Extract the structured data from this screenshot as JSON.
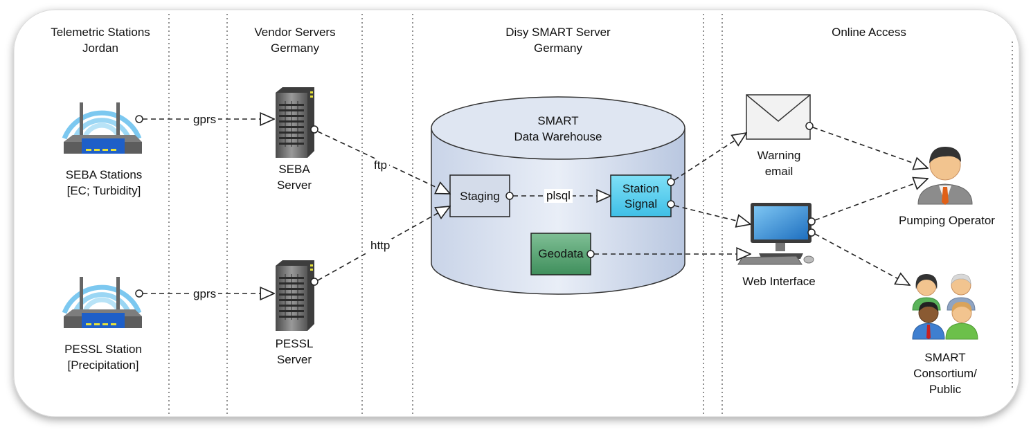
{
  "lanes": {
    "telemetric": "Telemetric Stations\nJordan",
    "vendor": "Vendor Servers\nGermany",
    "disy": "Disy SMART Server\nGermany",
    "online": "Online Access"
  },
  "nodes": {
    "seba_station": "SEBA Stations\n[EC; Turbidity]",
    "pessl_station": "PESSL Station\n[Precipitation]",
    "seba_server": "SEBA\nServer",
    "pessl_server": "PESSL\nServer",
    "warehouse": "SMART\nData Warehouse",
    "staging": "Staging",
    "station_signal": "Station\nSignal",
    "geodata": "Geodata",
    "warning_email": "Warning\nemail",
    "web_interface": "Web Interface",
    "pumping_operator": "Pumping Operator",
    "consortium": "SMART\nConsortium/\nPublic"
  },
  "connectors": {
    "gprs_top": "gprs",
    "gprs_bottom": "gprs",
    "ftp": "ftp",
    "http": "http",
    "plsql": "plsql"
  }
}
